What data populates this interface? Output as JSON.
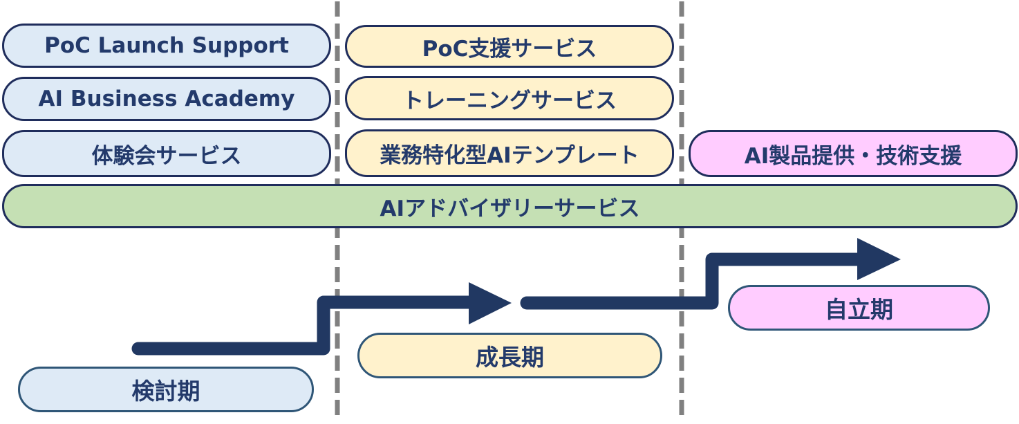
{
  "column1": {
    "services": [
      "PoC Launch Support",
      "AI Business Academy",
      "体験会サービス"
    ],
    "phase": "検討期"
  },
  "column2": {
    "services": [
      "PoC支援サービス",
      "トレーニングサービス",
      "業務特化型AIテンプレート"
    ],
    "phase": "成長期"
  },
  "column3": {
    "services": [
      "AI製品提供・技術支援"
    ],
    "phase": "自立期"
  },
  "shared_service": "AIアドバイザリーサービス",
  "colors": {
    "col1_fill": "#deeaf6",
    "col2_fill": "#fff2cc",
    "col3_fill": "#ffccff",
    "shared_fill": "#c5e0b4",
    "outline": "#1f2d5c",
    "text": "#233a6b",
    "arrow": "#213862",
    "divider": "#808080"
  }
}
